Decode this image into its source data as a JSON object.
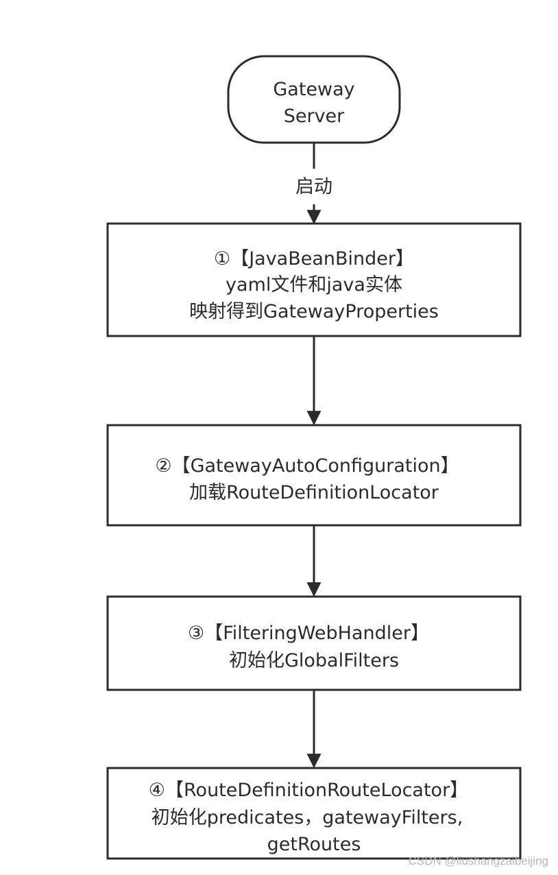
{
  "start": {
    "lines": [
      "Gateway",
      "Server"
    ]
  },
  "edge_label": "启动",
  "steps": [
    {
      "lines": [
        "①【JavaBeanBinder】",
        "yaml文件和java实体",
        "映射得到GatewayProperties"
      ]
    },
    {
      "lines": [
        "②【GatewayAutoConfiguration】",
        "加载RouteDefinitionLocator"
      ]
    },
    {
      "lines": [
        "③【FilteringWebHandler】",
        "初始化GlobalFilters"
      ]
    },
    {
      "lines": [
        "④【RouteDefinitionRouteLocator】",
        "初始化predicates，gatewayFilters,",
        "getRoutes"
      ]
    }
  ],
  "watermark": "CSDN @liushangzaibeijing",
  "colors": {
    "stroke": "#2b2b2b",
    "text": "#2b2b2b",
    "background": "#ffffff",
    "watermark": "#b8b8b8"
  }
}
